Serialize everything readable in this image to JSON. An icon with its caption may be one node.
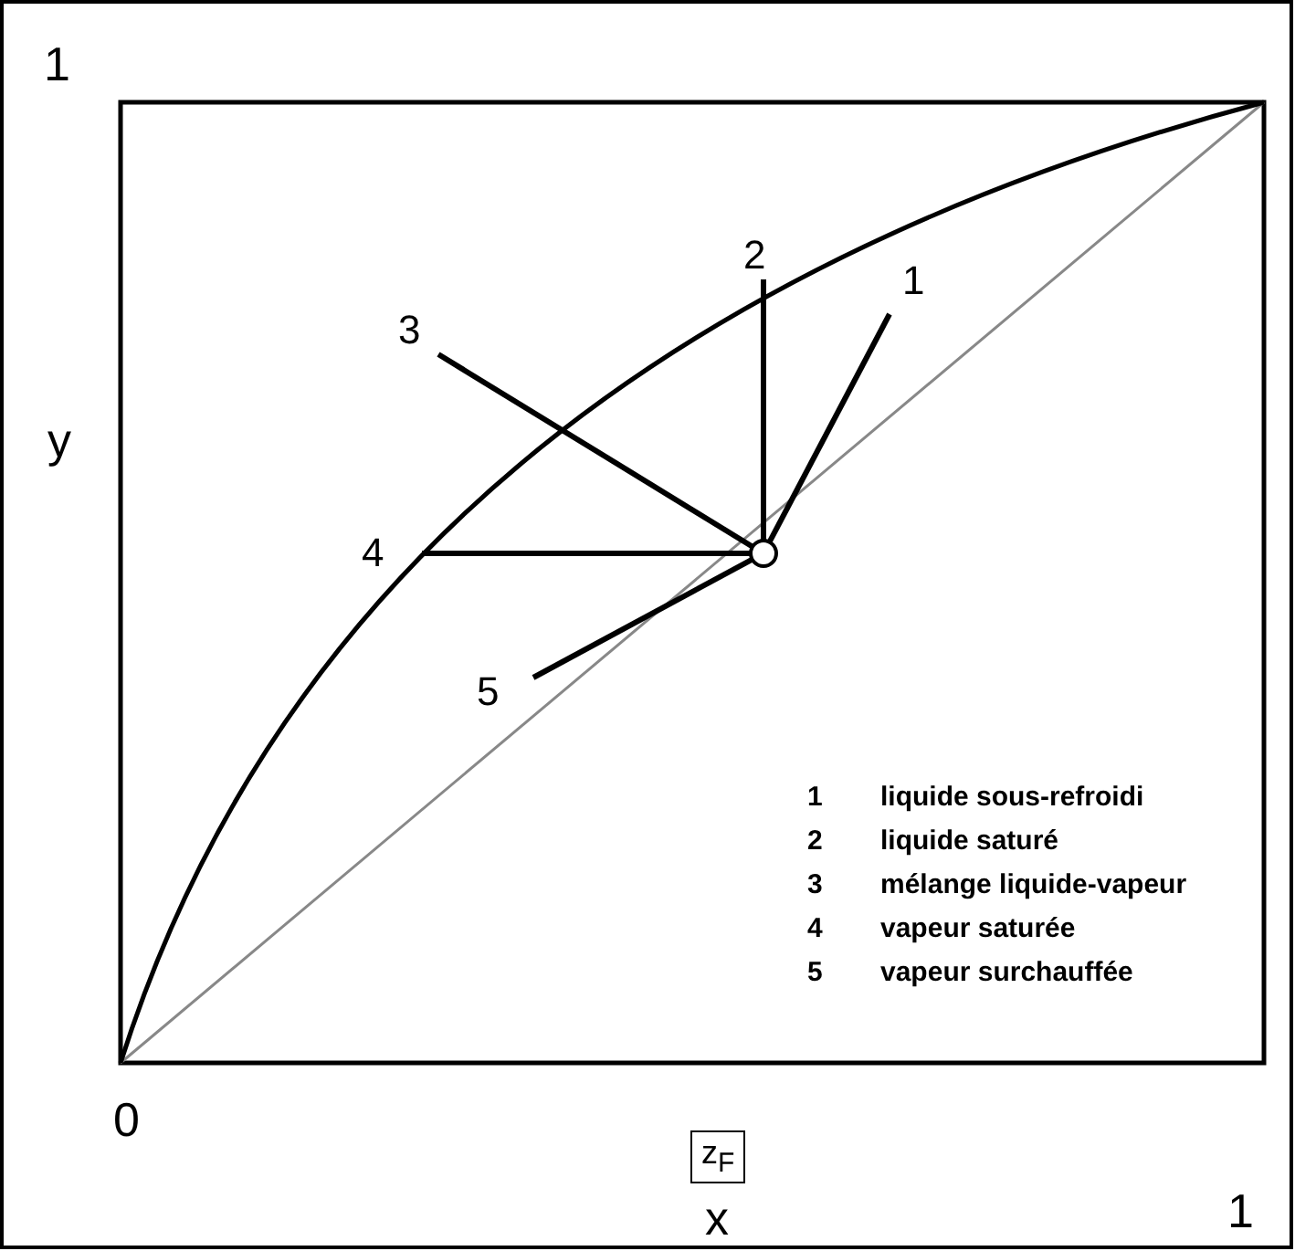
{
  "diagram": {
    "nodes": [
      {
        "text": [],
        "shape": "circle"
      },
      {
        "text": [
          "1"
        ]
      },
      {
        "text": [
          "2"
        ]
      },
      {
        "text": [
          "3"
        ]
      },
      {
        "text": [
          "4"
        ]
      },
      {
        "text": [
          "5"
        ]
      },
      {
        "text": [
          "z$_{F}$"
        ]
      }
    ],
    "edges": [
      {
        "from": 1,
        "to": 0,
        "arrow": "none"
      },
      {
        "from": 2,
        "to": 0,
        "arrow": "none"
      },
      {
        "from": 3,
        "to": 0,
        "arrow": "none"
      },
      {
        "from": 4,
        "to": 0,
        "arrow": "none"
      },
      {
        "from": 5,
        "to": 0,
        "arrow": "none"
      }
    ],
    "labels": [
      "1",
      "y",
      "1",
      "liquide sous-refroidi",
      "2",
      "liquide saturé",
      "3",
      "mélange liquide-vapeur",
      "4",
      "vapeur saturée",
      "5",
      "vapeur surchauffée",
      "0",
      "x",
      "1"
    ]
  }
}
